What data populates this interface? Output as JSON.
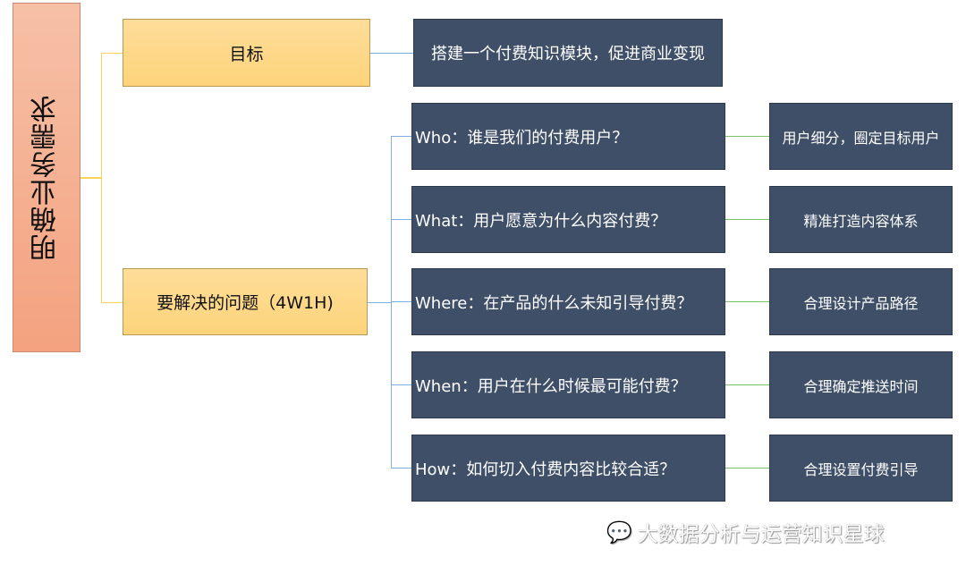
{
  "root": "明确业务需求",
  "goal": {
    "label": "目标",
    "content": "搭建一个付费知识模块，促进商业变现"
  },
  "problem": {
    "label": "要解决的问题（4W1H)",
    "rows": [
      {
        "q": "Who：谁是我们的付费用户？",
        "a": "用户细分，圈定目标用户"
      },
      {
        "q": "What：用户愿意为什么内容付费？",
        "a": "精准打造内容体系"
      },
      {
        "q": "Where：在产品的什么未知引导付费？",
        "a": "合理设计产品路径"
      },
      {
        "q": "When：用户在什么时候最可能付费？",
        "a": "合理确定推送时间"
      },
      {
        "q": "How：如何切入付费内容比较合适？",
        "a": "合理设置付费引导"
      }
    ]
  },
  "watermark": "大数据分析与运营知识星球",
  "colors": {
    "yellow_line": "#fcd35a",
    "blue_line": "#7fb0e0",
    "green_line": "#7cc06a",
    "dark": "#3f4f68"
  }
}
